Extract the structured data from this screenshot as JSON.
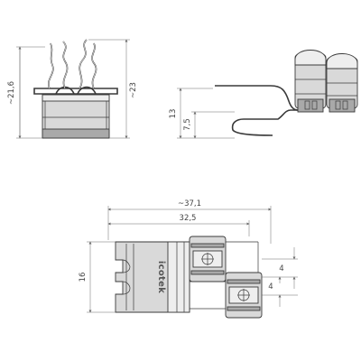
{
  "drawing": {
    "views": [
      "front-view",
      "side-view",
      "top-view"
    ],
    "dimensions": {
      "front_width": "~21,6",
      "front_height": "~23",
      "side_height": "13",
      "side_inner": "7,5",
      "top_total_length": "~37,1",
      "top_length": "32,5",
      "top_width": "16",
      "top_offset_a": "4",
      "top_offset_b": "4"
    },
    "brand": "icotek"
  }
}
